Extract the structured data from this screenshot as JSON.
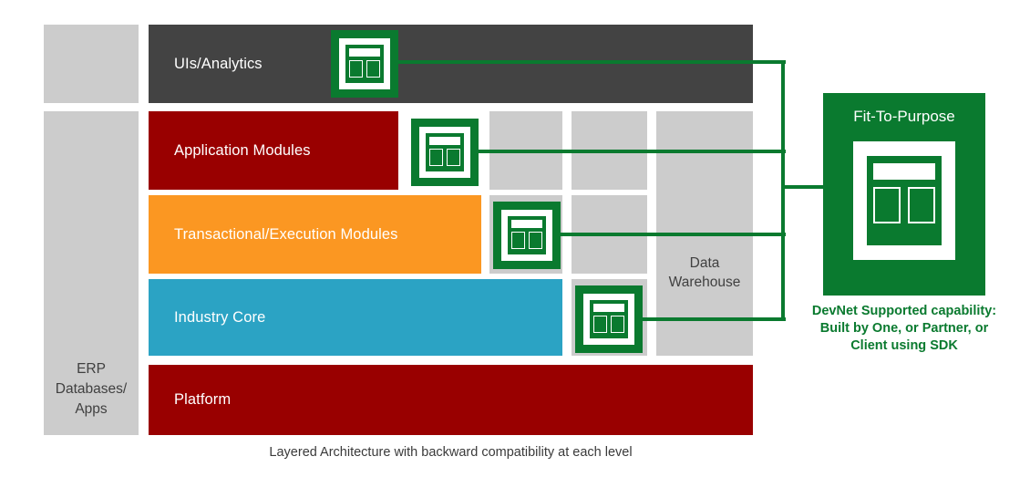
{
  "diagram": {
    "bottom_caption": "Layered Architecture with backward compatibility at each level",
    "left_column": {
      "label": "ERP\nDatabases/\nApps",
      "label_line1": "ERP",
      "label_line2": "Databases/",
      "label_line3": "Apps",
      "color": "#cccccc"
    },
    "layers": [
      {
        "id": "uis-analytics",
        "label": "UIs/Analytics",
        "color": "#434343"
      },
      {
        "id": "application-modules",
        "label": "Application Modules",
        "color": "#990000"
      },
      {
        "id": "transactional-execution-modules",
        "label": "Transactional/Execution Modules",
        "color": "#fb9722"
      },
      {
        "id": "industry-core",
        "label": "Industry Core",
        "color": "#2ba3c4"
      },
      {
        "id": "platform",
        "label": "Platform",
        "color": "#990000"
      }
    ],
    "gray_columns": [
      {
        "id": "gray-column-1",
        "label": "",
        "color": "#cccccc"
      },
      {
        "id": "gray-column-2",
        "label": "",
        "color": "#cccccc"
      },
      {
        "id": "gray-column-3",
        "label": "Data Warehouse",
        "label_line1": "Data",
        "label_line2": "Warehouse",
        "color": "#cccccc"
      }
    ],
    "app_icons": [
      {
        "id": "app-icon-uis-analytics",
        "layer": "UIs/Analytics"
      },
      {
        "id": "app-icon-application-modules",
        "layer": "Application Modules"
      },
      {
        "id": "app-icon-transactional",
        "layer": "Transactional/Execution Modules"
      },
      {
        "id": "app-icon-industry-core",
        "layer": "Industry Core"
      }
    ],
    "fit_to_purpose": {
      "title": "Fit-To-Purpose",
      "caption_line1": "DevNet Supported capability:",
      "caption_line2": "Built by One, or Partner, or",
      "caption_line3": "Client using SDK",
      "caption_full": "DevNet Supported capability: Built by One, or Partner, or Client using SDK",
      "color": "#0a7a2f"
    },
    "colors": {
      "green": "#0a7a2f",
      "gray": "#cccccc",
      "dark": "#434343",
      "red": "#990000",
      "orange": "#fb9722",
      "blue": "#2ba3c4",
      "text_gray": "#404040"
    }
  }
}
